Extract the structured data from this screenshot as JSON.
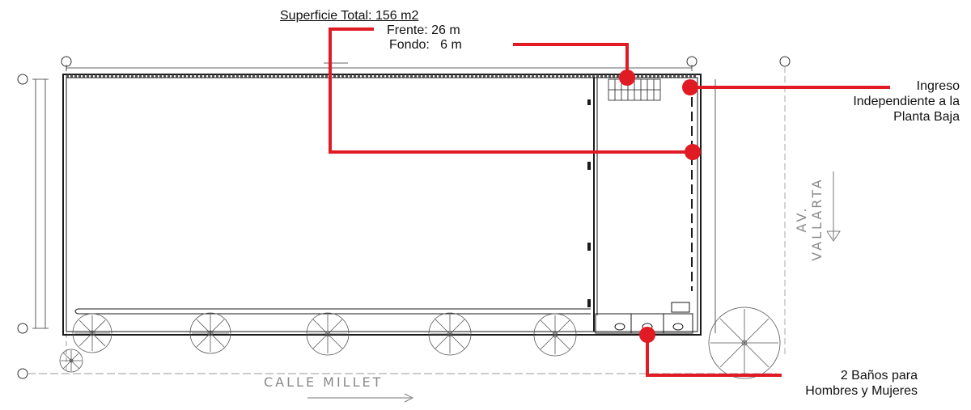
{
  "annotations": {
    "superficie": "Superficie Total: 156 m2",
    "frente": "Frente: 26 m",
    "fondo": "Fondo:   6 m",
    "ingreso": [
      "Ingreso",
      "Independiente a la",
      "Planta Baja"
    ],
    "banos": [
      "2 Baños para",
      "Hombres y Mujeres"
    ]
  },
  "streets": {
    "south": "CALLE MILLET",
    "east": "AV. VALLARTA"
  },
  "colors": {
    "callout": "#e01b24",
    "linework": "#1a1a1a",
    "street_text": "#8a8a8a"
  }
}
